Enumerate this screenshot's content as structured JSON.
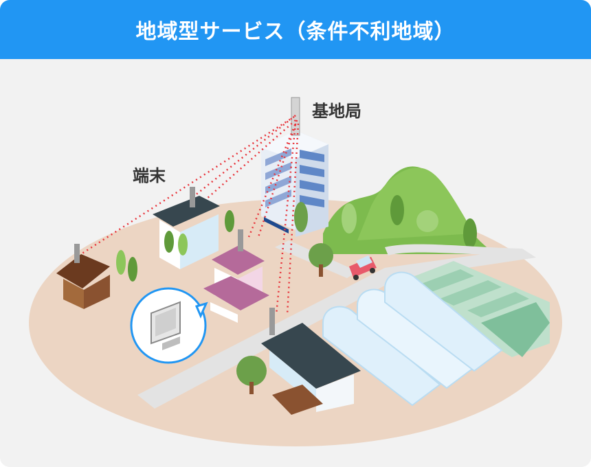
{
  "header": {
    "title": "地域型サービス（条件不利地域）",
    "background_color": "#2196f3"
  },
  "labels": {
    "base_station": "基地局",
    "terminal": "端末"
  },
  "colors": {
    "ground": "#ecd5c3",
    "road": "#e3e3e3",
    "mountain": "#7dbb4e",
    "signal_line": "#e8333a"
  }
}
